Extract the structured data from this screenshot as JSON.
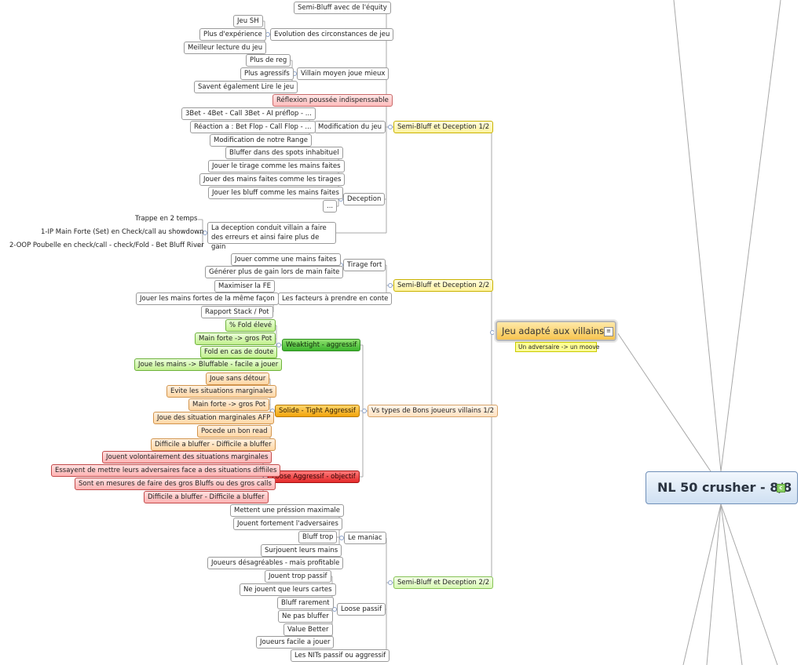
{
  "root": {
    "title": "NL 50 crusher - 8/8"
  },
  "central": {
    "title": "Jeu adapté aux villains 2",
    "note": "Un adversaire -> un moove"
  },
  "branches": {
    "sbd1": "Semi-Bluff et Deception 1/2",
    "sbd2": "Semi-Bluff et Deception 2/2",
    "vs": "Vs types de Bons joueurs villains 1/2",
    "sbd3": "Semi-Bluff et Deception 2/2"
  },
  "sbd1": {
    "equity": "Semi-Bluff avec de l'équity",
    "evolution": "Evolution des circonstances de jeu",
    "evolution_items": [
      "Jeu SH",
      "Plus d'expérience",
      "Meilleur lecture du jeu"
    ],
    "villain": "Villain moyen joue mieux",
    "villain_items": [
      "Plus de reg",
      "Plus agressifs",
      "Savent également Lire le jeu"
    ],
    "reflexion": "Réflexion poussée indispenssable",
    "modification": "Modification du jeu",
    "modification_items": [
      "3Bet - 4Bet - Call 3Bet - AI préflop - ...",
      "Réaction a : Bet Flop - Call Flop - ...",
      "Modification de notre Range"
    ],
    "deception": "Deception",
    "deception_items": [
      "Bluffer dans des spots inhabituel",
      "Jouer le tirage comme les mains faites",
      "Jouer des mains faites comme les tirages",
      "Jouer les bluff comme les mains faites",
      "..."
    ],
    "deception_long": "La deception conduit villain a faire des erreurs et ainsi faire plus de gain",
    "deception_long_items": [
      "Trappe en 2 temps",
      "1-IP Main Forte (Set) en Check/call au showdown",
      "2-OOP Poubelle en check/call - check/Fold - Bet Bluff River"
    ]
  },
  "sbd2": {
    "tirage": "Tirage fort",
    "tirage_items": [
      "Jouer comme une mains faites",
      "Générer plus de gain lors de main faite"
    ],
    "facteurs": "Les facteurs à prendre en conte",
    "facteurs_items": [
      "Maximiser la FE",
      "Jouer les mains fortes de la même façon",
      "Rapport Stack / Pot"
    ]
  },
  "vs": {
    "weak": "Weaktight - aggressif",
    "weak_items": [
      "% Fold élevé",
      "Main forte -> gros Pot",
      "Fold en cas de doute",
      "Joue les mains -> Bluffable - facile a jouer"
    ],
    "solide": "Solide - Tight Aggressif",
    "solide_items": [
      "Joue sans détour",
      "Evite les situations marginales",
      "Main forte -> gros Pot",
      "Joue des situation marginales AFP",
      "Pocede un bon read",
      "Difficile a bluffer - Difficile a bluffer"
    ],
    "loose": "Loose Aggressif - objectif",
    "loose_items": [
      "Jouent volontairement des situations marginales",
      "Essayent de mettre leurs adversaires face a des situations diffiiles",
      "Sont en mesures de faire des gros Bluffs ou des gros calls",
      "Difficile a bluffer - Difficile a bluffer"
    ]
  },
  "sbd3": {
    "maniac": "Le maniac",
    "maniac_items": [
      "Mettent une préssion maximale",
      "Jouent fortement l'adversaires",
      "Bluff trop",
      "Surjouent leurs mains",
      "Joueurs désagréables - mais profitable"
    ],
    "passif": "Loose passif",
    "passif_items": [
      "Jouent trop passif",
      "Ne jouent que leurs cartes",
      "Bluff rarement",
      "Ne pas bluffer",
      "Value Better",
      "Joueurs facile a jouer"
    ],
    "nits": "Les NITs passif ou aggressif"
  }
}
